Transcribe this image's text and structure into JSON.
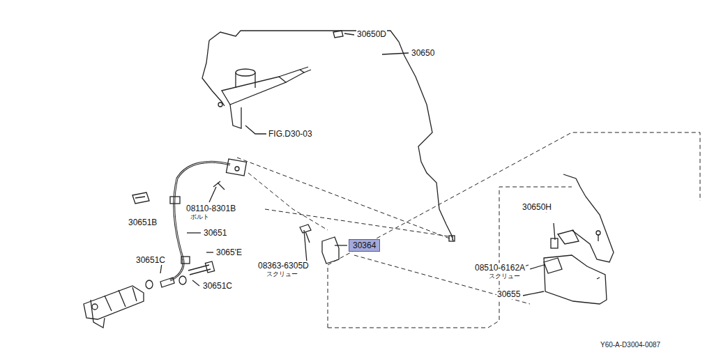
{
  "diagram": {
    "nodes": [
      {
        "text": [
          "30364"
        ]
      }
    ],
    "labels": [
      "30650D",
      "30650",
      "FIG.D30-03",
      "08110-8301B",
      "ボルト",
      "30651B",
      "30651",
      "30651C",
      "3065'E",
      "08363-6305D",
      "スクリュー",
      "30651C",
      "30650H",
      "08510-6162A",
      "スクリュー",
      "30655",
      "Y60-A-D3004-0087"
    ]
  }
}
